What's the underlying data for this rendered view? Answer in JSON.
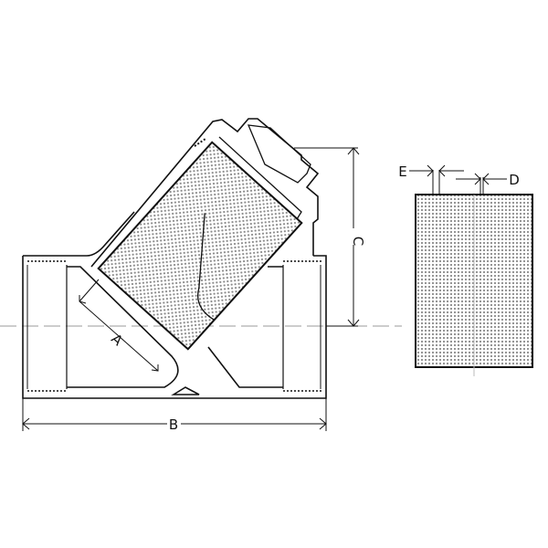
{
  "labels": {
    "a": "A",
    "b": "B",
    "c": "C",
    "d": "D",
    "e": "E"
  },
  "colors": {
    "line": "#111111",
    "centerline": "#9a9a9a",
    "mesh": "#8a8a8a"
  }
}
